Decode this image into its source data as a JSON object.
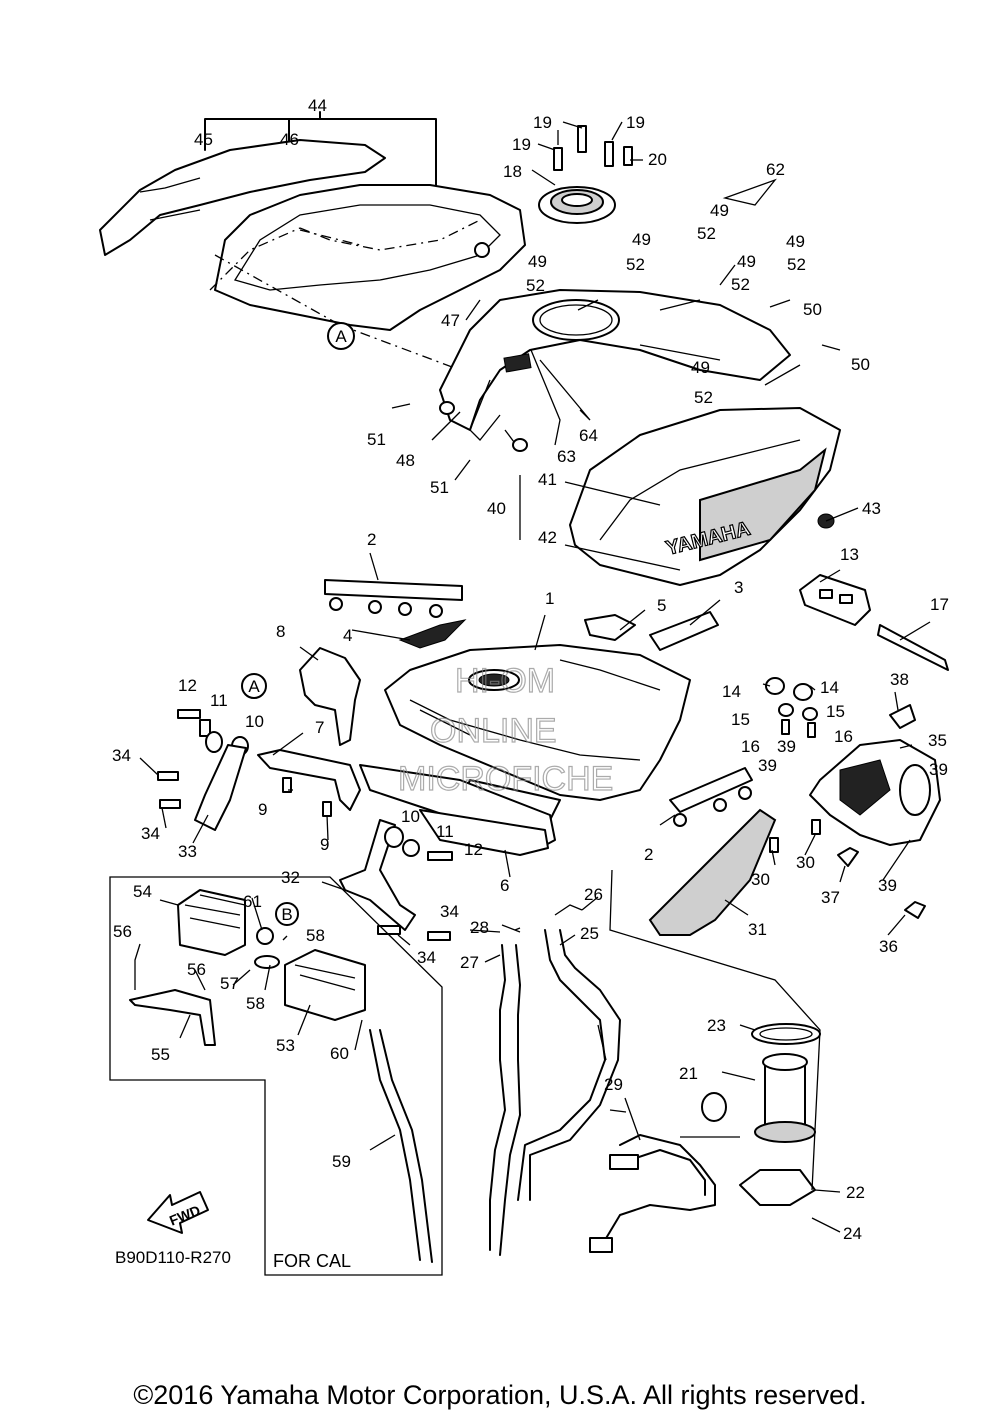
{
  "diagram": {
    "reference_code": "B90D110-R270",
    "region_note": "FOR CAL",
    "direction_arrow": "FWD",
    "marker_a": "A",
    "marker_b": "B",
    "watermark": [
      "HI-OM",
      "ONLINE",
      "MICROFICHE"
    ],
    "brand_text": "YAMAHA",
    "copyright": "©2016 Yamaha Motor Corporation, U.S.A. All rights reserved.",
    "labels": [
      {
        "id": "44",
        "text": "44"
      },
      {
        "id": "45",
        "text": "45"
      },
      {
        "id": "46",
        "text": "46"
      },
      {
        "id": "19a",
        "text": "19"
      },
      {
        "id": "19b",
        "text": "19"
      },
      {
        "id": "19c",
        "text": "19"
      },
      {
        "id": "20",
        "text": "20"
      },
      {
        "id": "18",
        "text": "18"
      },
      {
        "id": "62",
        "text": "62"
      },
      {
        "id": "49a",
        "text": "49"
      },
      {
        "id": "52a",
        "text": "52"
      },
      {
        "id": "49b",
        "text": "49"
      },
      {
        "id": "52b",
        "text": "52"
      },
      {
        "id": "49c",
        "text": "49"
      },
      {
        "id": "52c",
        "text": "52"
      },
      {
        "id": "49d",
        "text": "49"
      },
      {
        "id": "52d",
        "text": "52"
      },
      {
        "id": "49e",
        "text": "49"
      },
      {
        "id": "52e",
        "text": "52"
      },
      {
        "id": "50a",
        "text": "50"
      },
      {
        "id": "50b",
        "text": "50"
      },
      {
        "id": "49f",
        "text": "49"
      },
      {
        "id": "52f",
        "text": "52"
      },
      {
        "id": "47",
        "text": "47"
      },
      {
        "id": "51a",
        "text": "51"
      },
      {
        "id": "48",
        "text": "48"
      },
      {
        "id": "63",
        "text": "63"
      },
      {
        "id": "64",
        "text": "64"
      },
      {
        "id": "51b",
        "text": "51"
      },
      {
        "id": "41",
        "text": "41"
      },
      {
        "id": "40",
        "text": "40"
      },
      {
        "id": "42",
        "text": "42"
      },
      {
        "id": "43",
        "text": "43"
      },
      {
        "id": "2a",
        "text": "2"
      },
      {
        "id": "1",
        "text": "1"
      },
      {
        "id": "5",
        "text": "5"
      },
      {
        "id": "3",
        "text": "3"
      },
      {
        "id": "13",
        "text": "13"
      },
      {
        "id": "17",
        "text": "17"
      },
      {
        "id": "4",
        "text": "4"
      },
      {
        "id": "8",
        "text": "8"
      },
      {
        "id": "12a",
        "text": "12"
      },
      {
        "id": "11a",
        "text": "11"
      },
      {
        "id": "10a",
        "text": "10"
      },
      {
        "id": "7",
        "text": "7"
      },
      {
        "id": "14a",
        "text": "14"
      },
      {
        "id": "14b",
        "text": "14"
      },
      {
        "id": "15a",
        "text": "15"
      },
      {
        "id": "15b",
        "text": "15"
      },
      {
        "id": "16a",
        "text": "16"
      },
      {
        "id": "39a",
        "text": "39"
      },
      {
        "id": "16b",
        "text": "16"
      },
      {
        "id": "38",
        "text": "38"
      },
      {
        "id": "35",
        "text": "35"
      },
      {
        "id": "34a",
        "text": "34"
      },
      {
        "id": "39b",
        "text": "39"
      },
      {
        "id": "39c",
        "text": "39"
      },
      {
        "id": "9a",
        "text": "9"
      },
      {
        "id": "34b",
        "text": "34"
      },
      {
        "id": "33",
        "text": "33"
      },
      {
        "id": "9b",
        "text": "9"
      },
      {
        "id": "10b",
        "text": "10"
      },
      {
        "id": "11b",
        "text": "11"
      },
      {
        "id": "12b",
        "text": "12"
      },
      {
        "id": "2b",
        "text": "2"
      },
      {
        "id": "30a",
        "text": "30"
      },
      {
        "id": "30b",
        "text": "30"
      },
      {
        "id": "37",
        "text": "37"
      },
      {
        "id": "39d",
        "text": "39"
      },
      {
        "id": "6",
        "text": "6"
      },
      {
        "id": "32",
        "text": "32"
      },
      {
        "id": "54",
        "text": "54"
      },
      {
        "id": "61",
        "text": "61"
      },
      {
        "id": "58a",
        "text": "58"
      },
      {
        "id": "34c",
        "text": "34"
      },
      {
        "id": "26",
        "text": "26"
      },
      {
        "id": "31",
        "text": "31"
      },
      {
        "id": "56a",
        "text": "56"
      },
      {
        "id": "28",
        "text": "28"
      },
      {
        "id": "25",
        "text": "25"
      },
      {
        "id": "34d",
        "text": "34"
      },
      {
        "id": "36",
        "text": "36"
      },
      {
        "id": "27",
        "text": "27"
      },
      {
        "id": "56b",
        "text": "56"
      },
      {
        "id": "57",
        "text": "57"
      },
      {
        "id": "58b",
        "text": "58"
      },
      {
        "id": "55",
        "text": "55"
      },
      {
        "id": "53",
        "text": "53"
      },
      {
        "id": "60",
        "text": "60"
      },
      {
        "id": "23",
        "text": "23"
      },
      {
        "id": "21",
        "text": "21"
      },
      {
        "id": "29",
        "text": "29"
      },
      {
        "id": "59",
        "text": "59"
      },
      {
        "id": "22",
        "text": "22"
      },
      {
        "id": "24",
        "text": "24"
      }
    ]
  }
}
